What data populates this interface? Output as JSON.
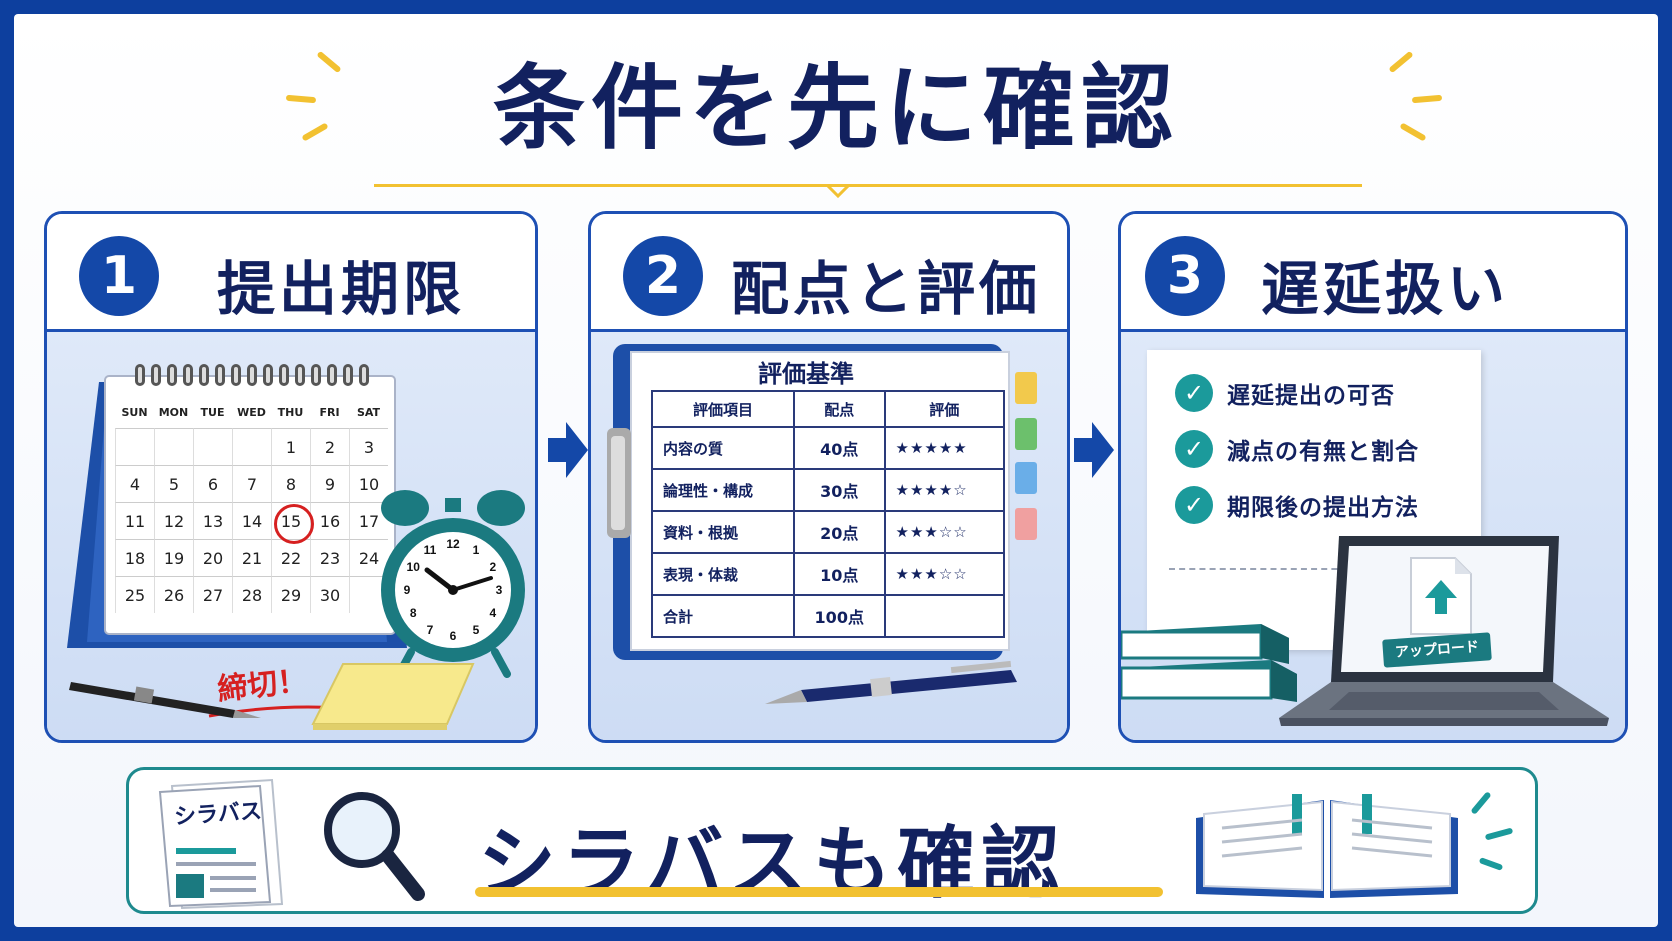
{
  "title": "条件を先に確認",
  "colors": {
    "navy": "#12215f",
    "blue": "#1448a8",
    "teal": "#1b9a9b",
    "yellow": "#f2c131",
    "red": "#d62020"
  },
  "panels": [
    {
      "number": "1",
      "title": "提出期限",
      "calendar": {
        "weekdays": [
          "SUN",
          "MON",
          "TUE",
          "WED",
          "THU",
          "FRI",
          "SAT"
        ],
        "days": [
          "",
          "",
          "",
          "",
          "1",
          "2",
          "3",
          "4",
          "5",
          "6",
          "7",
          "8",
          "9",
          "10",
          "11",
          "12",
          "13",
          "14",
          "15",
          "16",
          "17",
          "18",
          "19",
          "20",
          "21",
          "22",
          "23",
          "24",
          "25",
          "26",
          "27",
          "28",
          "29",
          "30",
          ""
        ],
        "highlight_day": "15",
        "note": "締切！"
      },
      "clock_numbers": [
        "12",
        "1",
        "2",
        "3",
        "4",
        "5",
        "6",
        "7",
        "8",
        "9",
        "10",
        "11"
      ]
    },
    {
      "number": "2",
      "title": "配点と評価",
      "sheet_title": "評価基準",
      "table": {
        "headers": [
          "評価項目",
          "配点",
          "評価"
        ],
        "rows": [
          {
            "item": "内容の質",
            "points": "40点",
            "rating": "★★★★★"
          },
          {
            "item": "論理性・構成",
            "points": "30点",
            "rating": "★★★★☆"
          },
          {
            "item": "資料・根拠",
            "points": "20点",
            "rating": "★★★☆☆"
          },
          {
            "item": "表現・体裁",
            "points": "10点",
            "rating": "★★★☆☆"
          },
          {
            "item": "合計",
            "points": "100点",
            "rating": ""
          }
        ]
      }
    },
    {
      "number": "3",
      "title": "遅延扱い",
      "checklist": [
        "遅延提出の可否",
        "減点の有無と割合",
        "期限後の提出方法"
      ],
      "upload_label": "アップロード"
    }
  ],
  "banner": {
    "title": "シラバスも確認",
    "doc_label": "シラバス"
  },
  "icons": [
    "calendar-icon",
    "alarm-clock-icon",
    "pen-icon",
    "sticky-note-icon",
    "clipboard-icon",
    "checkmark-icon",
    "book-stack-icon",
    "laptop-icon",
    "upload-arrow-icon",
    "document-icon",
    "magnifier-icon",
    "open-book-icon",
    "arrow-right-icon"
  ]
}
